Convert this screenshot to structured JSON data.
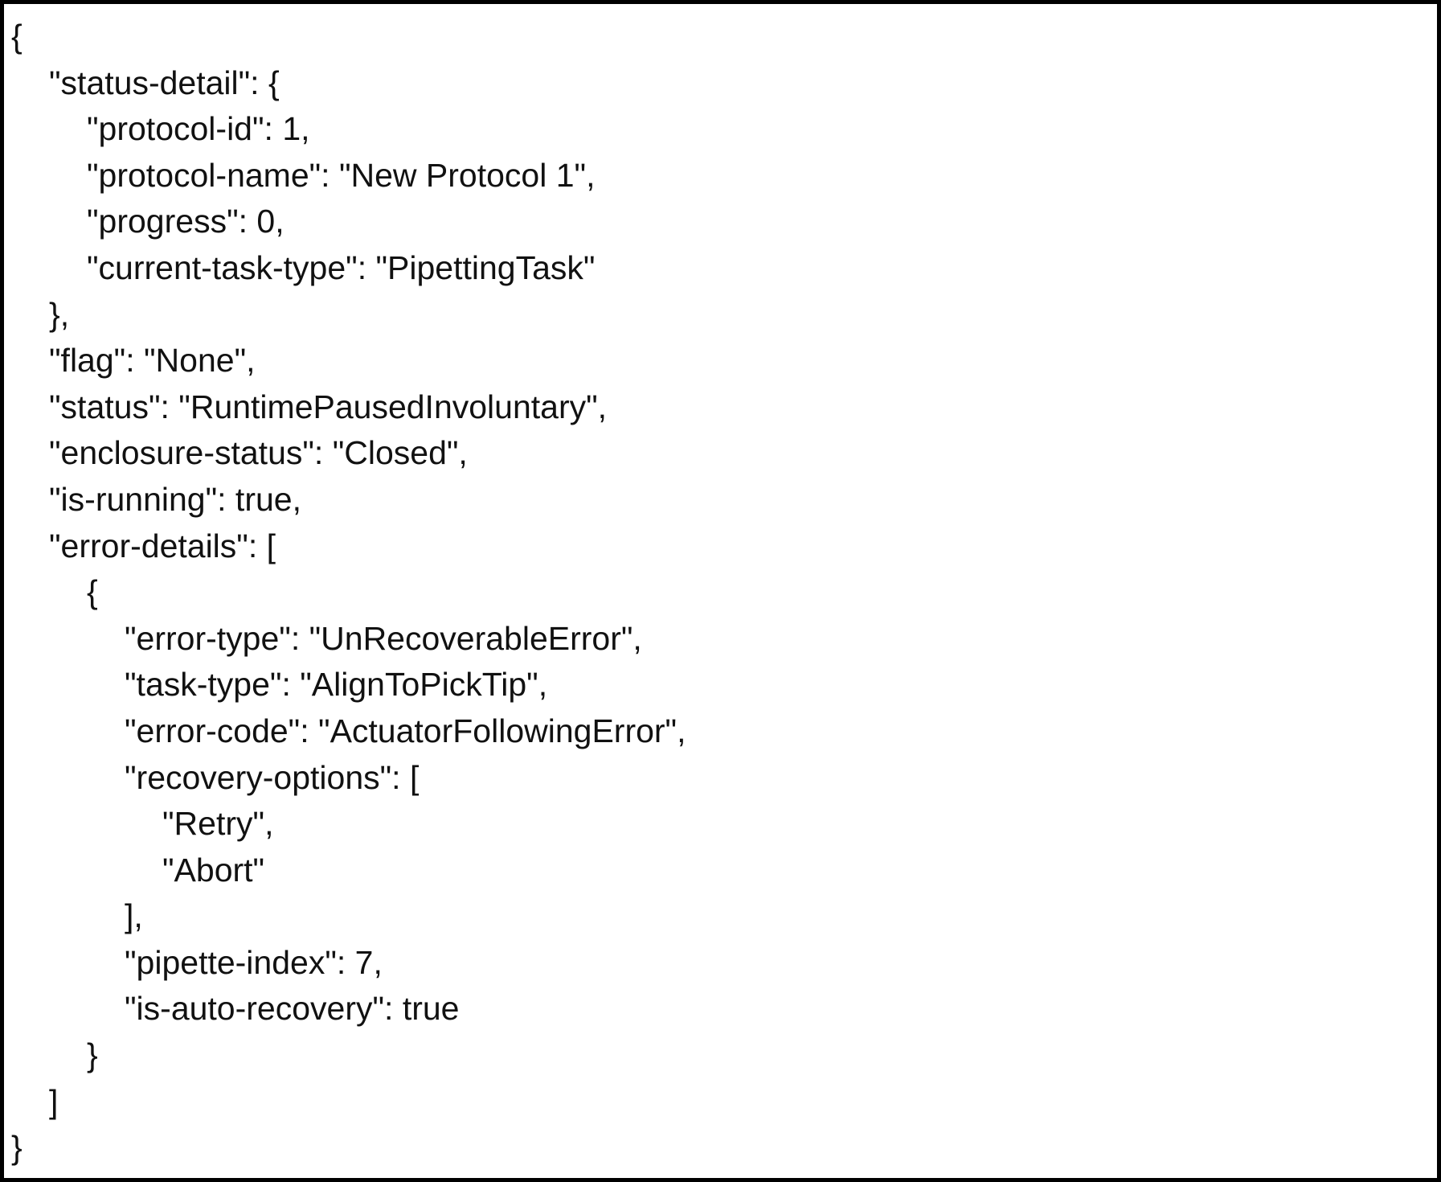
{
  "document": {
    "lines": [
      "{",
      "\"status-detail\": {",
      "\"protocol-id\": 1,",
      "\"protocol-name\": \"New Protocol 1\",",
      "\"progress\": 0,",
      "\"current-task-type\": \"PipettingTask\"",
      "},",
      "\"flag\": \"None\",",
      "\"status\": \"RuntimePausedInvoluntary\",",
      "\"enclosure-status\": \"Closed\",",
      "\"is-running\": true,",
      "\"error-details\": [",
      "{",
      "\"error-type\": \"UnRecoverableError\",",
      "\"task-type\": \"AlignToPickTip\",",
      "\"error-code\": \"ActuatorFollowingError\",",
      "\"recovery-options\": [",
      "\"Retry\",",
      "\"Abort\"",
      "],",
      "\"pipette-index\": 7,",
      "\"is-auto-recovery\": true",
      "}",
      "]",
      "}"
    ]
  }
}
